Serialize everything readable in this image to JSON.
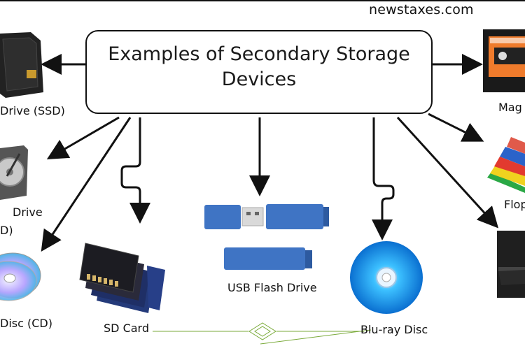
{
  "watermark": "newstaxes.com",
  "title": {
    "line1": "Examples of Secondary Storage",
    "line2": "Devices"
  },
  "labels": {
    "ssd": "Drive (SSD)",
    "hdd_line1": "Drive",
    "hdd_line2": "D)",
    "cd": "Disc (CD)",
    "sd": "SD Card",
    "usb": "USB Flash Drive",
    "bluray": "Blu-ray Disc",
    "magnetic": "Mag",
    "floppy": "Flop"
  },
  "colors": {
    "outline": "#111111",
    "usb_blue": "#3f74c4",
    "disc_blue": "#1aa0e6"
  }
}
